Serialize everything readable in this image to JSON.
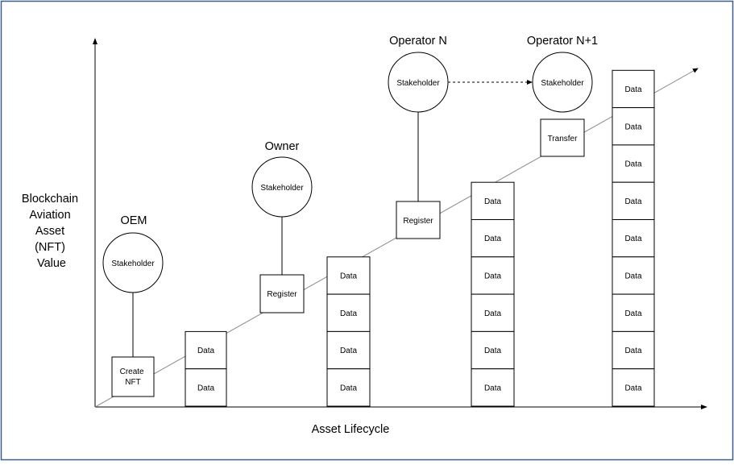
{
  "axes": {
    "y_label": [
      "Blockchain",
      "Aviation",
      "Asset",
      "(NFT)",
      "Value"
    ],
    "x_label": "Asset Lifecycle"
  },
  "stakeholders": [
    {
      "title": "OEM",
      "label": "Stakeholder"
    },
    {
      "title": "Owner",
      "label": "Stakeholder"
    },
    {
      "title": "Operator N",
      "label": "Stakeholder"
    },
    {
      "title": "Operator N+1",
      "label": "Stakeholder"
    }
  ],
  "actions": [
    {
      "label": [
        "Create",
        "NFT"
      ]
    },
    {
      "label": [
        "Register"
      ]
    },
    {
      "label": [
        "Register"
      ]
    },
    {
      "label": [
        "Transfer"
      ]
    }
  ],
  "data_stacks": [
    {
      "cells": [
        "Data",
        "Data"
      ]
    },
    {
      "cells": [
        "Data",
        "Data",
        "Data",
        "Data"
      ]
    },
    {
      "cells": [
        "Data",
        "Data",
        "Data",
        "Data",
        "Data",
        "Data"
      ]
    },
    {
      "cells": [
        "Data",
        "Data",
        "Data",
        "Data",
        "Data",
        "Data",
        "Data",
        "Data",
        "Data"
      ]
    }
  ],
  "colors": {
    "frame_border": "#3a5f8f",
    "stroke": "#000000",
    "trend_line": "#888888"
  }
}
